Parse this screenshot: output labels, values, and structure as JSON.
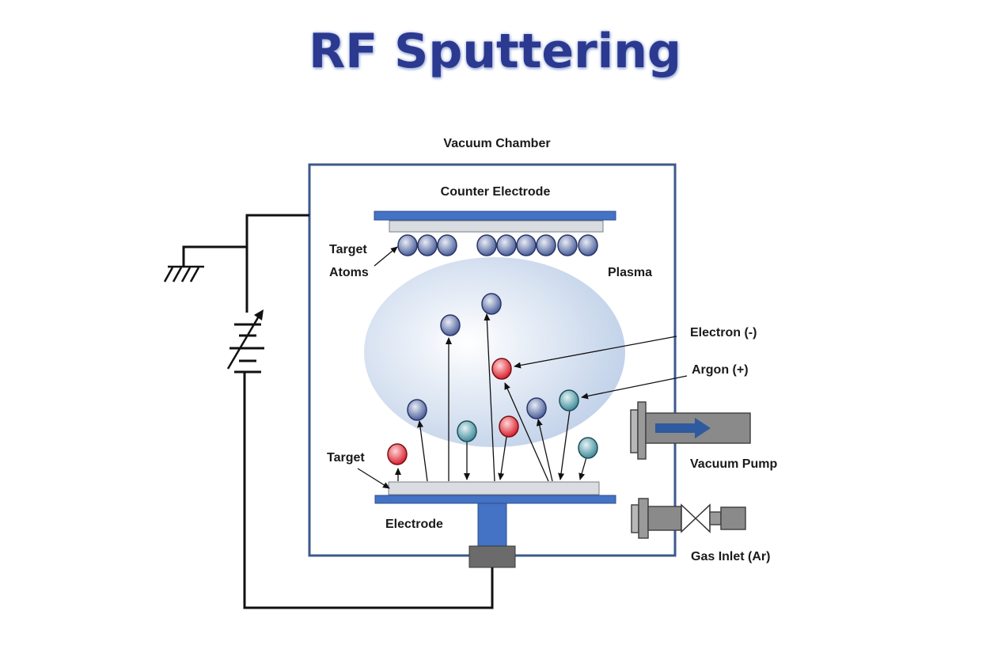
{
  "title": "RF Sputtering",
  "labels": {
    "vacuum_chamber": "Vacuum Chamber",
    "counter_electrode": "Counter Electrode",
    "target_atoms_line1": "Target",
    "target_atoms_line2": "Atoms",
    "plasma": "Plasma",
    "electron": "Electron (-)",
    "argon": "Argon (+)",
    "vacuum_pump": "Vacuum Pump",
    "target": "Target",
    "electrode": "Electrode",
    "gas_inlet": "Gas Inlet (Ar)"
  },
  "colors": {
    "chamber": "#3c5a8c",
    "electrode": "#4472c4",
    "target_plate": "#d9dce0",
    "target_atom": "#5b6ea8",
    "electron": "#e0303a",
    "argon": "#4f9aa8",
    "plasma": "#c3d3ea",
    "pump": "#808080"
  },
  "icons": {
    "ground": "ground-symbol-icon",
    "power_supply": "variable-rf-supply-icon",
    "valve": "valve-icon",
    "pump_arrow": "arrow-right-icon"
  }
}
